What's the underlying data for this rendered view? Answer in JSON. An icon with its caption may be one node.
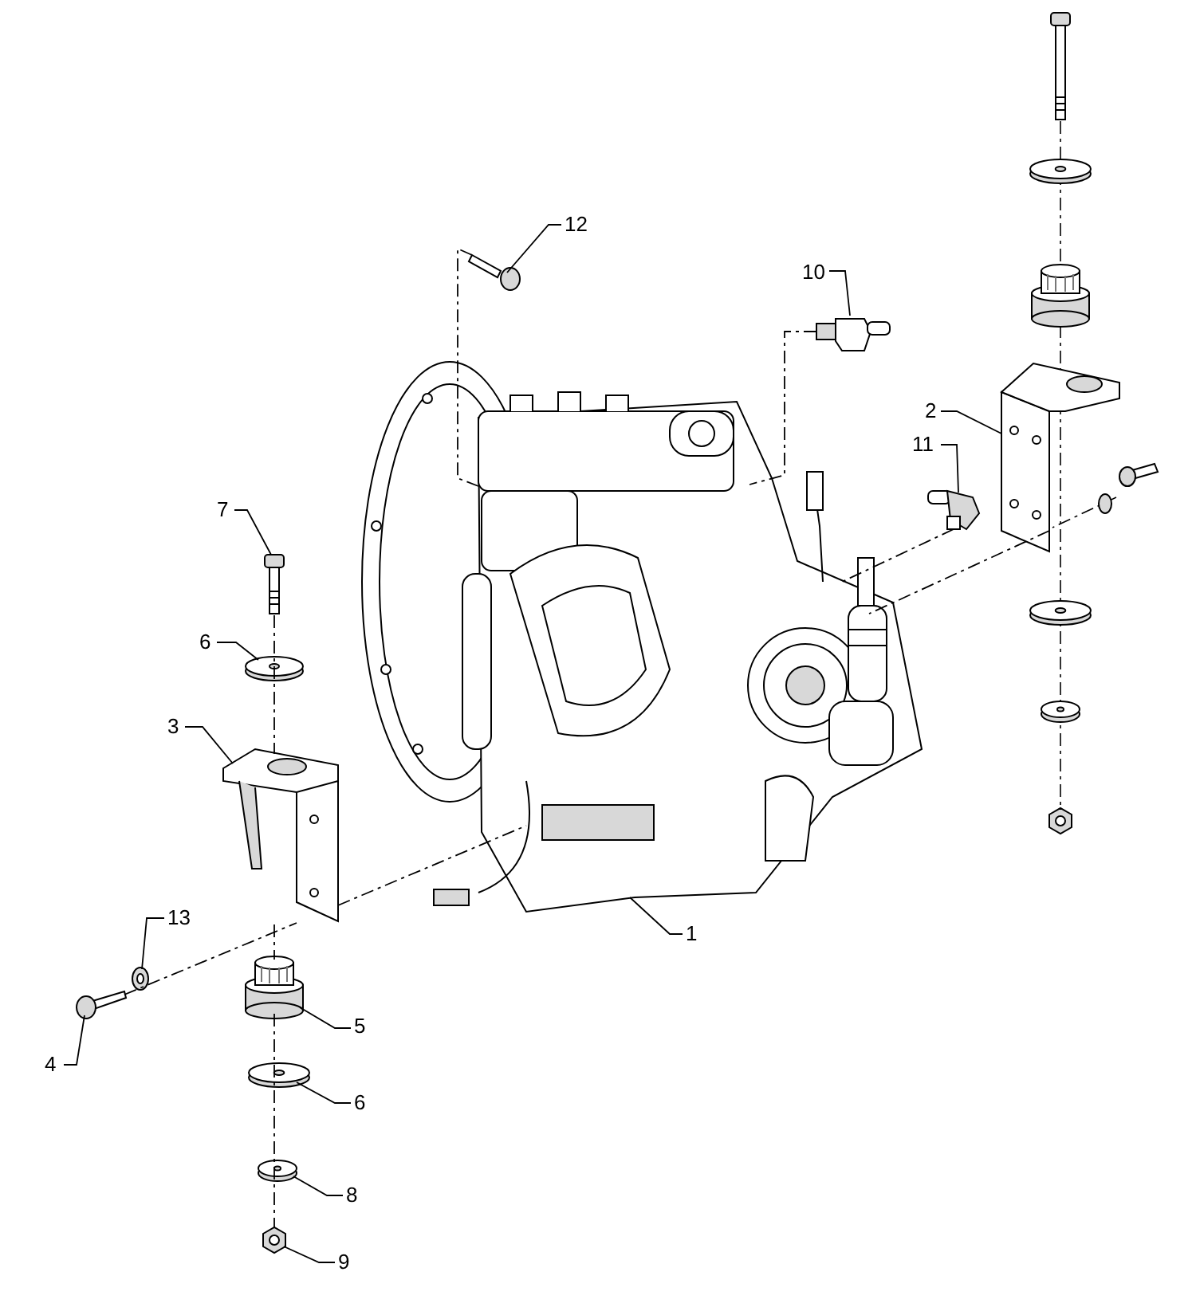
{
  "diagram": {
    "nodes": [
      {
        "text": [
          "12"
        ]
      },
      {
        "text": [],
        "shape": "picture"
      },
      {
        "text": [
          "10"
        ]
      },
      {
        "text": [],
        "shape": "picture"
      },
      {
        "text": [
          "2"
        ]
      },
      {
        "text": [],
        "shape": "picture"
      },
      {
        "text": [
          "11"
        ]
      },
      {
        "text": [],
        "shape": "picture"
      },
      {
        "text": [
          "7"
        ]
      },
      {
        "text": [],
        "shape": "picture"
      },
      {
        "text": [
          "6"
        ]
      },
      {
        "text": [],
        "shape": "picture"
      },
      {
        "text": [
          "3"
        ]
      },
      {
        "text": [],
        "shape": "picture"
      },
      {
        "text": [
          "1"
        ]
      },
      {
        "text": [],
        "shape": "picture"
      },
      {
        "text": [
          "13"
        ]
      },
      {
        "text": [],
        "shape": "picture"
      },
      {
        "text": [
          "5"
        ]
      },
      {
        "text": [],
        "shape": "picture"
      },
      {
        "text": [
          "4"
        ]
      },
      {
        "text": [],
        "shape": "picture"
      },
      {
        "text": [
          "6"
        ]
      },
      {
        "text": [],
        "shape": "picture"
      },
      {
        "text": [
          "8"
        ]
      },
      {
        "text": [],
        "shape": "picture"
      },
      {
        "text": [
          "9"
        ]
      },
      {
        "text": [],
        "shape": "picture"
      }
    ],
    "edges": [
      {
        "from": 0,
        "to": 1,
        "arrow": "none"
      },
      {
        "from": 2,
        "to": 3,
        "arrow": "none"
      },
      {
        "from": 4,
        "to": 5,
        "arrow": "none"
      },
      {
        "from": 6,
        "to": 7,
        "arrow": "none"
      },
      {
        "from": 8,
        "to": 9,
        "arrow": "none"
      },
      {
        "from": 10,
        "to": 11,
        "arrow": "none"
      },
      {
        "from": 12,
        "to": 13,
        "arrow": "none"
      },
      {
        "from": 14,
        "to": 15,
        "arrow": "none"
      },
      {
        "from": 16,
        "to": 17,
        "arrow": "none"
      },
      {
        "from": 18,
        "to": 19,
        "arrow": "none"
      },
      {
        "from": 20,
        "to": 21,
        "arrow": "none"
      },
      {
        "from": 22,
        "to": 23,
        "arrow": "none"
      },
      {
        "from": 24,
        "to": 25,
        "arrow": "none"
      },
      {
        "from": 26,
        "to": 27,
        "arrow": "none"
      },
      {
        "from": 9,
        "to": 13,
        "arrow": "none",
        "style": "dashed"
      },
      {
        "from": 21,
        "to": 13,
        "arrow": "none",
        "style": "dashed"
      },
      {
        "from": 5,
        "to": 15,
        "arrow": "none",
        "style": "dashed"
      },
      {
        "from": 1,
        "to": 15,
        "arrow": "none",
        "style": "dashed"
      },
      {
        "from": 3,
        "to": 15,
        "arrow": "none",
        "style": "dashed"
      },
      {
        "from": 7,
        "to": 15,
        "arrow": "none",
        "style": "dashed"
      },
      {
        "from": 13,
        "to": 19,
        "arrow": "none",
        "style": "dashed"
      },
      {
        "from": 13,
        "to": 15,
        "arrow": "none",
        "style": "dashed"
      },
      {
        "from": 19,
        "to": 27,
        "arrow": "none",
        "style": "dashed"
      }
    ]
  }
}
